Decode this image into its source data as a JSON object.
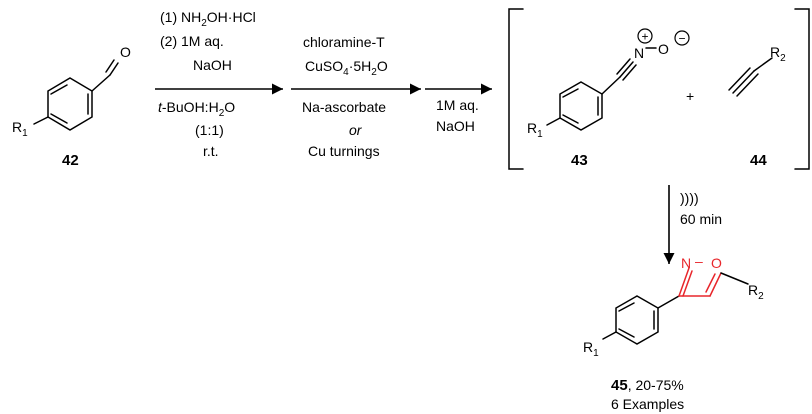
{
  "compounds": {
    "c42": {
      "number": "42",
      "r_group": "R",
      "r_sub": "1",
      "atom_o": "O"
    },
    "c43": {
      "number": "43",
      "r_group": "R",
      "r_sub": "1",
      "atom_n": "N",
      "atom_o": "O",
      "plus_sign": "+",
      "minus_sign": "−"
    },
    "c44": {
      "number": "44",
      "r_group": "R",
      "r_sub": "2"
    },
    "c45": {
      "number": "45",
      "yield_text": ", 20-75%",
      "examples": "6 Examples",
      "r1_group": "R",
      "r1_sub": "1",
      "r2_group": "R",
      "r2_sub": "2",
      "atom_n": "N",
      "atom_o": "O",
      "ring_dash": "–",
      "ring_color": "#e8262b"
    }
  },
  "plus_between": "+",
  "step1": {
    "above_line1_a": "(1) NH",
    "above_line1_sub": "2",
    "above_line1_b": "OH·HCl",
    "above_line2": "(2) 1M aq.",
    "above_line3": "NaOH",
    "below_line1_italic": "t",
    "below_line1_a": "-BuOH:H",
    "below_line1_sub": "2",
    "below_line1_b": "O",
    "below_line2": "(1:1)",
    "below_line3": "r.t."
  },
  "step2": {
    "above_line1": "chloramine-T",
    "above_line2_a": "CuSO",
    "above_line2_sub1": "4",
    "above_line2_b": "·5H",
    "above_line2_sub2": "2",
    "above_line2_c": "O",
    "below_line1": "Na-ascorbate",
    "below_line2": "or",
    "below_line3": "Cu turnings"
  },
  "step3": {
    "below_line1": "1M aq.",
    "below_line2": "NaOH"
  },
  "step4": {
    "line1": "))))",
    "line2": "60 min"
  }
}
